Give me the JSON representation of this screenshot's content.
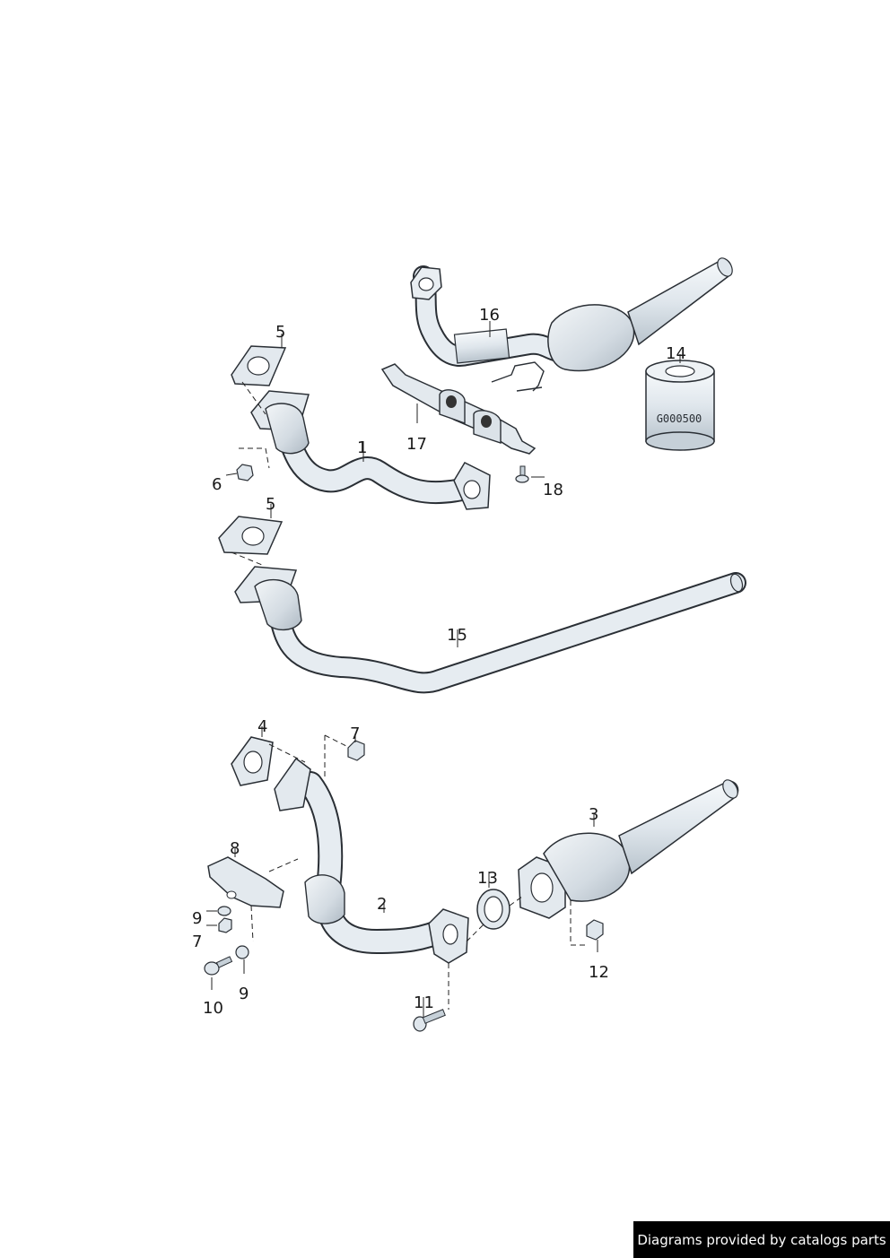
{
  "colors": {
    "pipe_fill": "#e6ecf1",
    "pipe_stroke": "#2a2f35",
    "line": "#222222",
    "credit_bg": "#000000",
    "credit_text": "#ffffff"
  },
  "callouts": {
    "c1": "1",
    "c2": "2",
    "c3": "3",
    "c4": "4",
    "c5a": "5",
    "c5b": "5",
    "c6": "6",
    "c7a": "7",
    "c7b": "7",
    "c8": "8",
    "c9a": "9",
    "c9b": "9",
    "c10": "10",
    "c11": "11",
    "c12": "12",
    "c13": "13",
    "c14": "14",
    "c15": "15",
    "c16": "16",
    "c17": "17",
    "c18": "18"
  },
  "part14_marking": "G000500",
  "credit": "Diagrams provided by catalogs parts"
}
